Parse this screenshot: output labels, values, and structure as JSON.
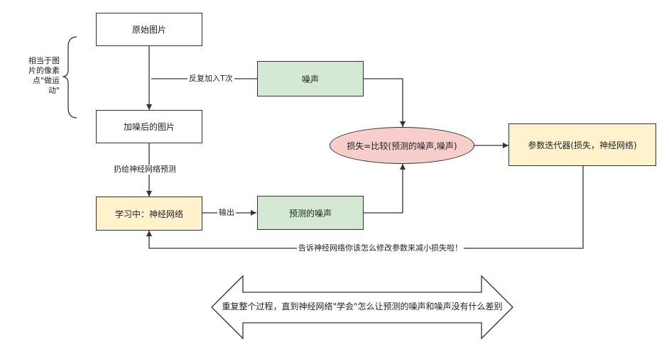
{
  "nodes": {
    "original_image": "原始图片",
    "noise_top": "噪声",
    "noised_image": "加噪后的图片",
    "learning_network": "学习中：神经网络",
    "predicted_noise": "预测的噪声",
    "loss": "损失=比较(预测的噪声,噪声)",
    "optimizer": "参数迭代器(损失，神经网络)"
  },
  "edges": {
    "repeat_add": "反复加入T次",
    "feed_network": "扔给神经网络预测",
    "output": "输出",
    "tell_network": "告诉神经网络你该怎么修改参数来减小损失啦！"
  },
  "note": {
    "line1": "相当于图",
    "line2": "片的像素",
    "line3": "点\"做运",
    "line4": "动\""
  },
  "banner": "重复整个过程，直到神经网络\"学会\"怎么让预测的噪声和噪声没有什么差别",
  "colors": {
    "green": "#d5e8d4",
    "yellow": "#fff2cc",
    "pink": "#f8cecc",
    "stroke": "#333333"
  }
}
